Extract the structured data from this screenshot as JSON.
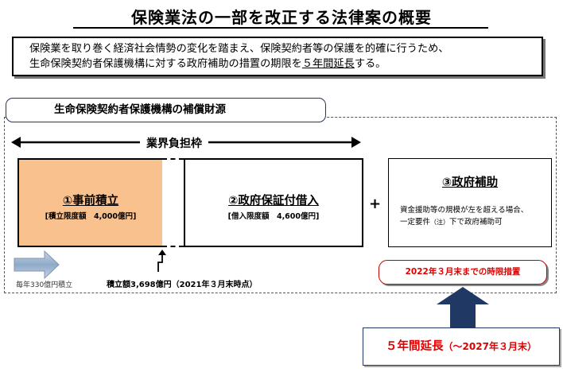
{
  "title": "保険業法の一部を改正する法律案の概要",
  "summary": {
    "line1": "保険業を取り巻く経済社会情勢の変化を踏まえ、保険契約者等の保護を的確に行うため、",
    "line2_before": "生命保険契約者保護機構に対する政府補助の措置の期限を",
    "line2_emph": "５年間延長",
    "line2_after": "する。"
  },
  "section": {
    "tab_label": "生命保険契約者保護機構の補償財源",
    "burden_label": "業界負担枠"
  },
  "boxes": {
    "reserve": {
      "title": "①事前積立",
      "sub": "[積立限度額　4,000億円]"
    },
    "loan": {
      "title": "②政府保証付借入",
      "sub": "[借入限度額　4,600億円]"
    },
    "subsidy": {
      "title": "③政府補助",
      "desc_line1": "資金援助等の規模が左を超える場合、",
      "desc_line2_before": "一定要件",
      "desc_note": "（注）",
      "desc_line2_after": "下で政府補助可"
    }
  },
  "plus_sign": "+",
  "annual_reserve": "毎年330億円積立",
  "reserve_balance": "積立額3,698億円（2021年３月末時点）",
  "deadline_note": "2022年３月末までの時限措置",
  "extension": {
    "main": "５年間延長",
    "sub": "（～2027年３月末）"
  },
  "colors": {
    "reserve_fill": "#f9c18d",
    "arrow_navy": "#1f3864",
    "accent_red": "#e00000",
    "arrow_gray": "#8ea9c8"
  }
}
